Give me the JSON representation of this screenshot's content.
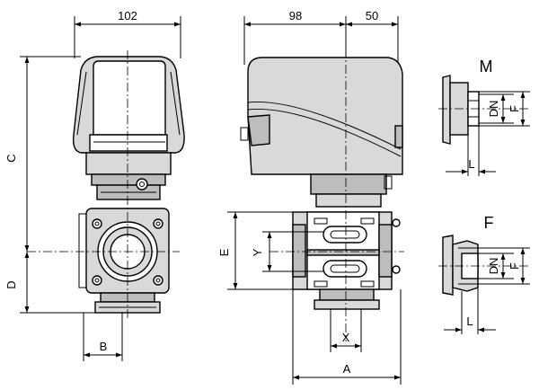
{
  "dimensions": {
    "front_width": "102",
    "side_left_width": "98",
    "side_right_width": "50",
    "height_upper": "C",
    "height_lower": "D",
    "flange_width": "B",
    "side_height": "E",
    "port_height": "Y",
    "port_spacing": "X",
    "overall_length": "A"
  },
  "details": {
    "m": {
      "title": "M",
      "dn": "DN",
      "f": "F",
      "l": "L"
    },
    "f": {
      "title": "F",
      "dn": "DN",
      "f": "F",
      "l": "L"
    }
  }
}
